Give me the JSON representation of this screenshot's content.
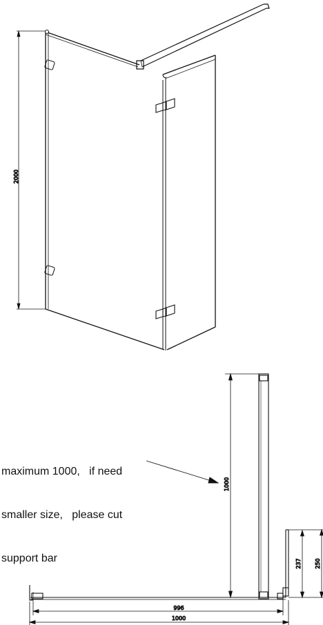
{
  "dimensions": {
    "panel_height": "2000",
    "bar_length": "1000",
    "inner_width": "996",
    "outer_width": "1000",
    "height_237": "237",
    "height_250": "250"
  },
  "note": {
    "lines": [
      "maximum 1000,   if need",
      "smaller size,   please cut",
      "support bar"
    ]
  }
}
